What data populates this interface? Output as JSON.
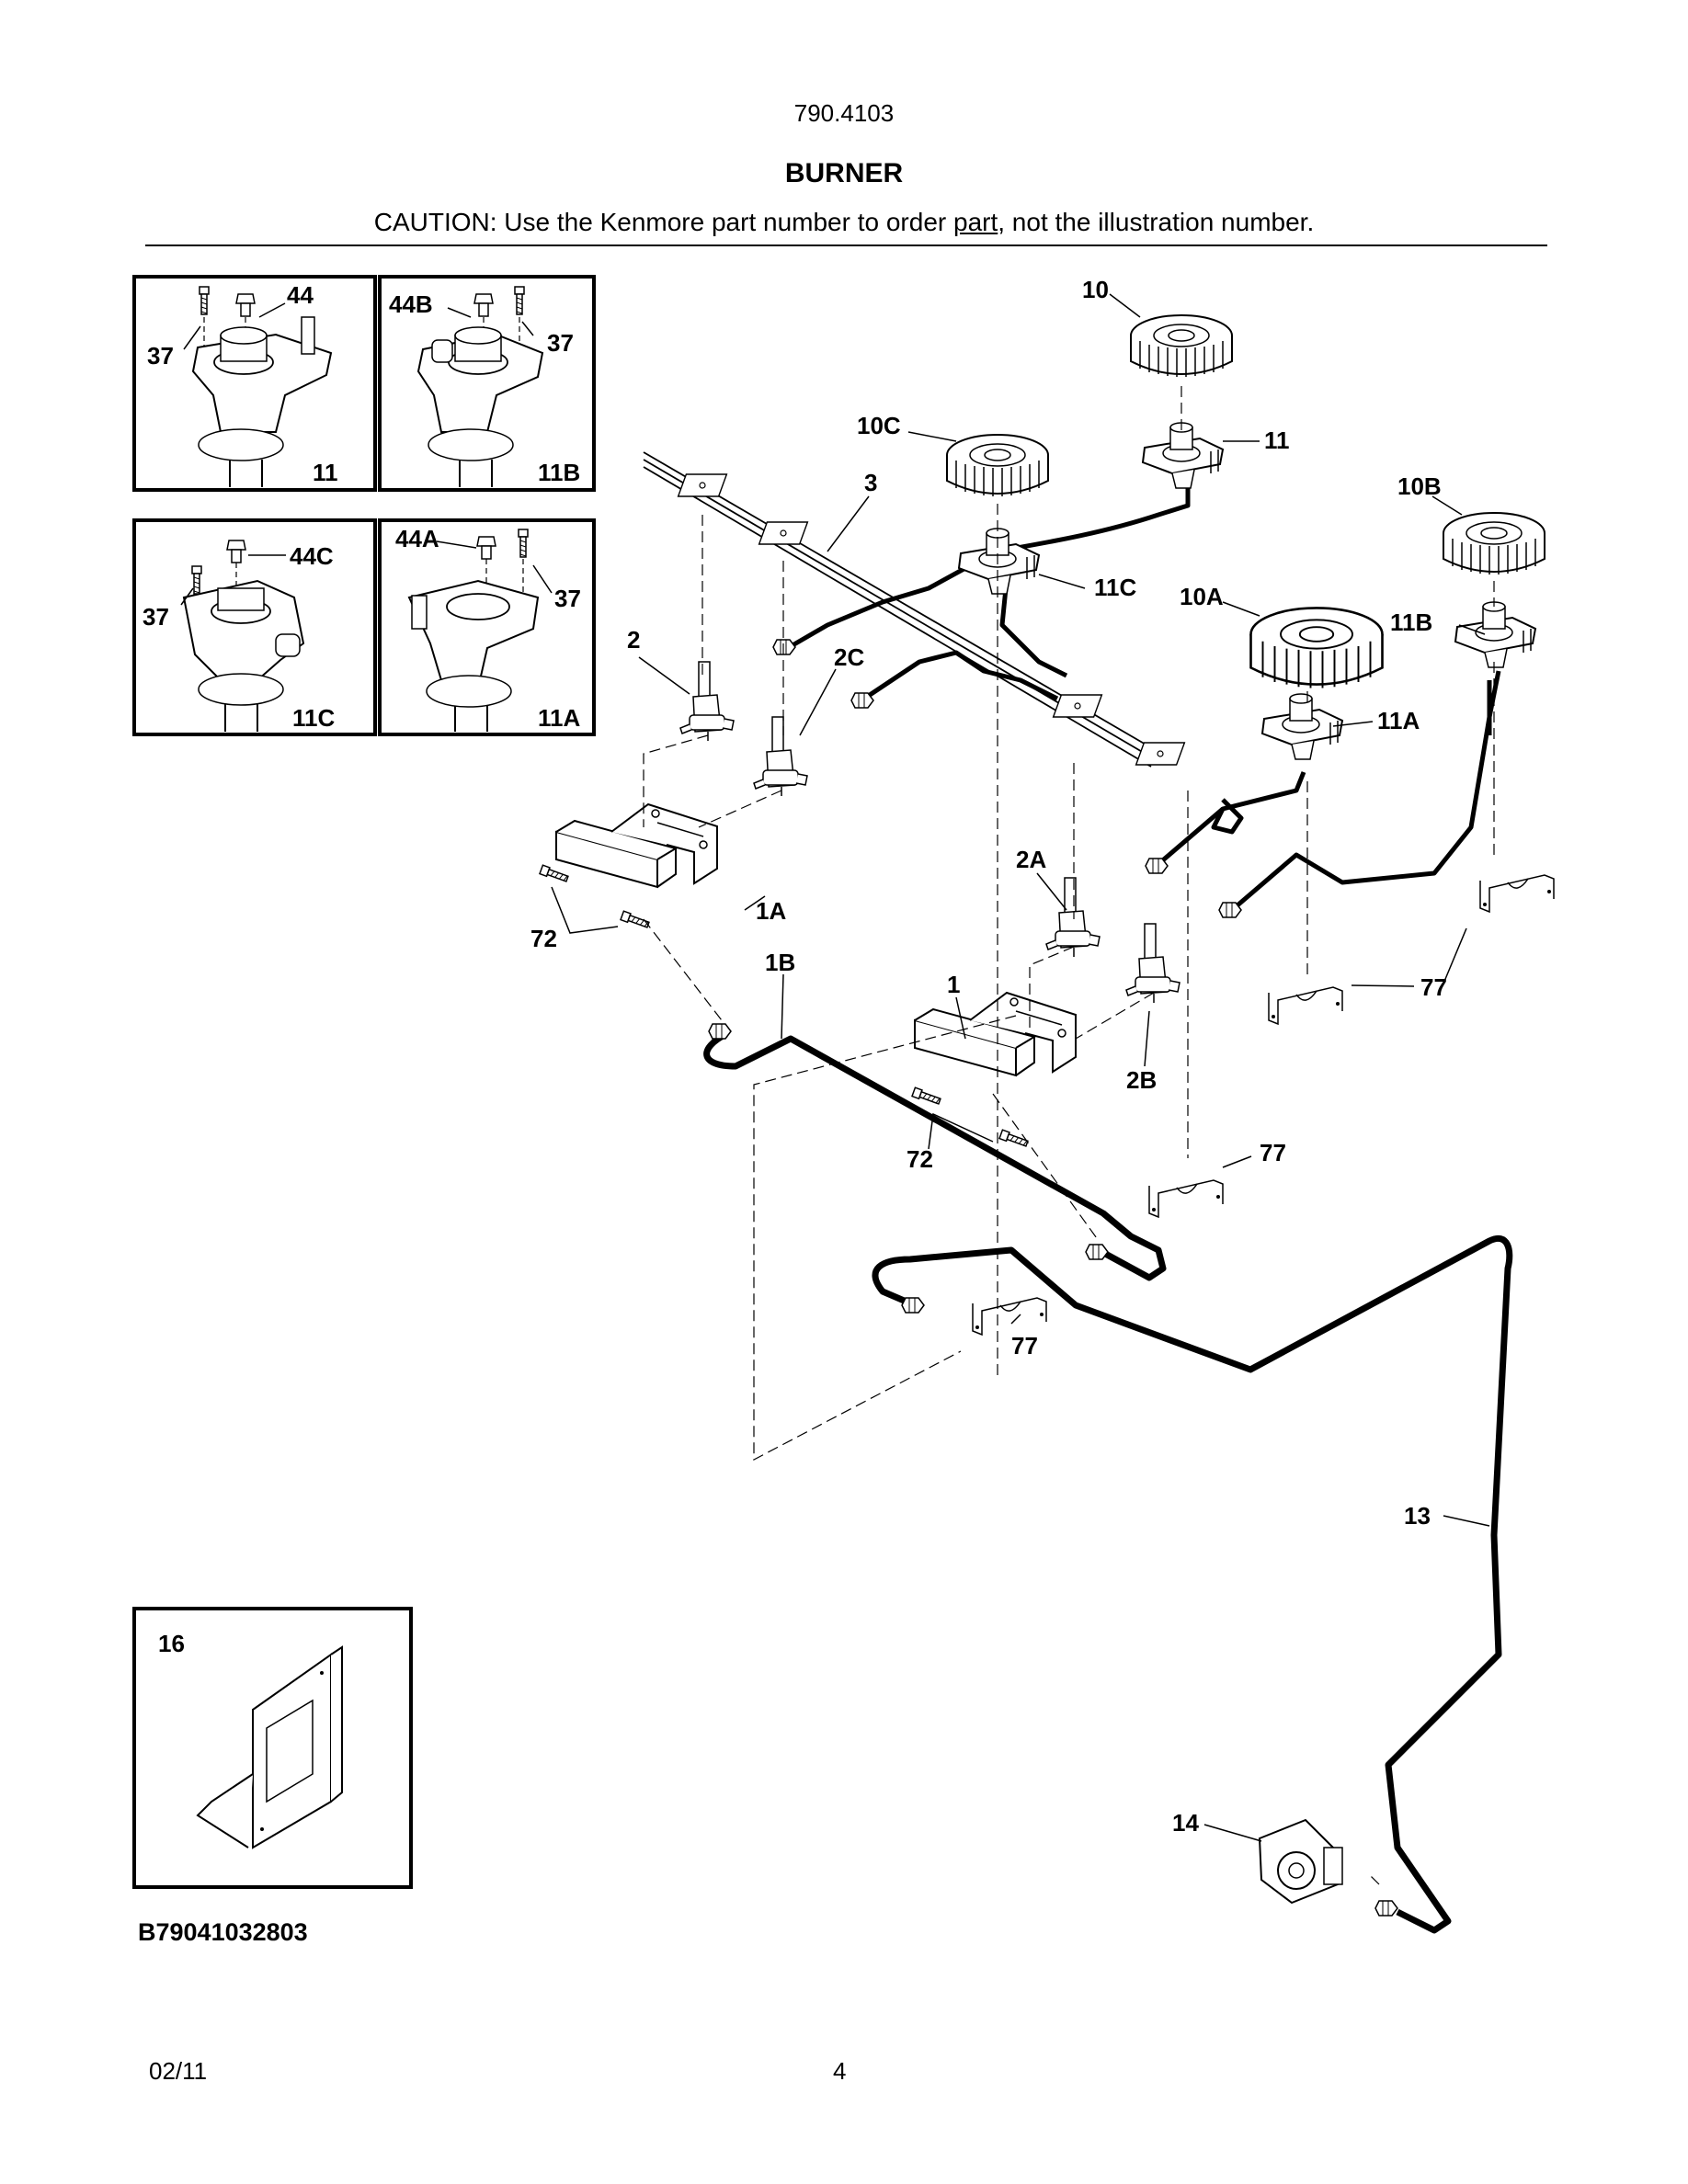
{
  "header": {
    "model_number": "790.4103",
    "section_title": "BURNER",
    "caution_before": "CAUTION: Use the Kenmore part number to order ",
    "caution_link": "part",
    "caution_after": ", not the illustration number."
  },
  "callouts": {
    "c44": "44",
    "c37a": "37",
    "c11": "11",
    "c44B": "44B",
    "c37b": "37",
    "c11B": "11B",
    "c44C": "44C",
    "c37c": "37",
    "c11C": "11C",
    "c44A": "44A",
    "c37d": "37",
    "c11A": "11A",
    "c10": "10",
    "c11main": "11",
    "c10C": "10C",
    "c3": "3",
    "c10B": "10B",
    "c11Cmain": "11C",
    "c10A": "10A",
    "c11Bmain": "11B",
    "c2": "2",
    "c2C": "2C",
    "c11Amain": "11A",
    "c2A": "2A",
    "c1A": "1A",
    "c72a": "72",
    "c1B": "1B",
    "c1": "1",
    "c77a": "77",
    "c2B": "2B",
    "c72b": "72",
    "c77b": "77",
    "c77c": "77",
    "c13": "13",
    "c16": "16",
    "c14": "14"
  },
  "figure_code": "B79041032803",
  "footer": {
    "date": "02/11",
    "page": "4"
  }
}
